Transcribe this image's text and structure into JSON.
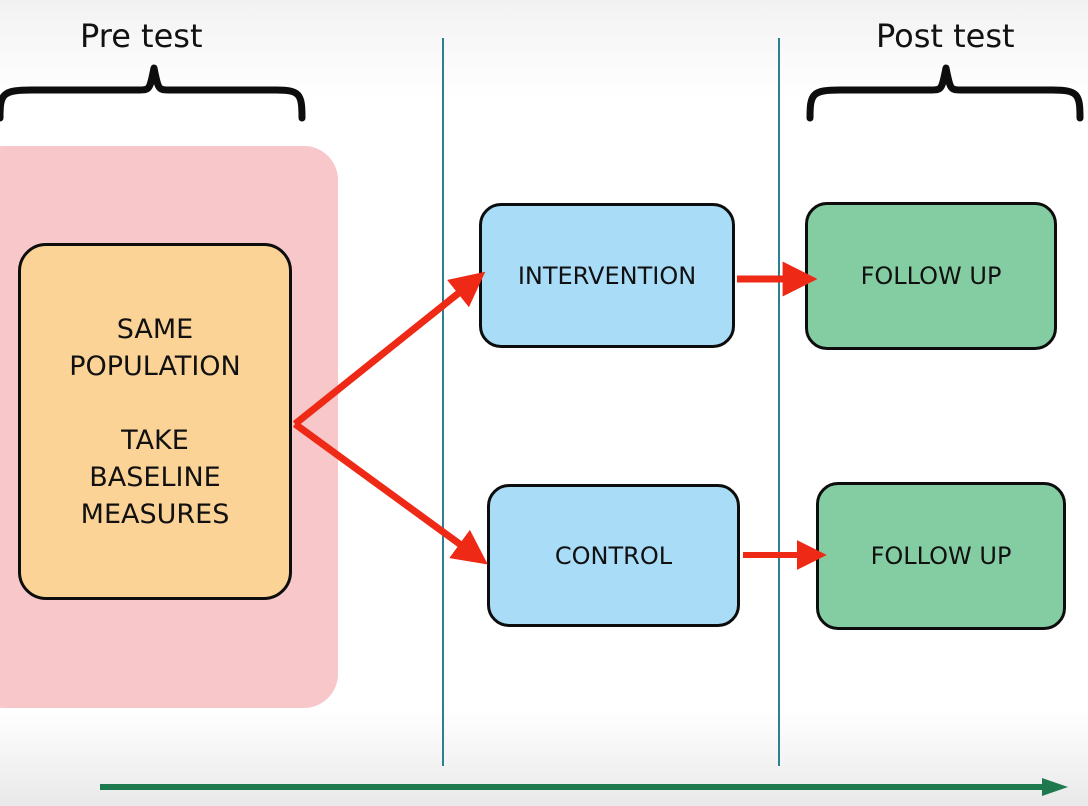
{
  "diagram": {
    "title_pre": "Pre test",
    "title_post": "Post test",
    "boxes": {
      "population": "SAME POPULATION\n\nTAKE BASELINE MEASURES",
      "population_lines": [
        "SAME",
        "POPULATION",
        "",
        "TAKE",
        "BASELINE",
        "MEASURES"
      ],
      "intervention": "INTERVENTION",
      "control": "CONTROL",
      "followup_top": "FOLLOW UP",
      "followup_bottom": "FOLLOW UP"
    },
    "colors": {
      "pink_panel": "#f7c7c9",
      "population_box": "#fcd396",
      "group_box": "#a8dcf7",
      "followup_box": "#84cda2",
      "arrow_red": "#ee2a16",
      "timeline_green": "#1e7a4e",
      "separator_teal": "#2f7f92",
      "outline_black": "#0d0d0d"
    }
  }
}
